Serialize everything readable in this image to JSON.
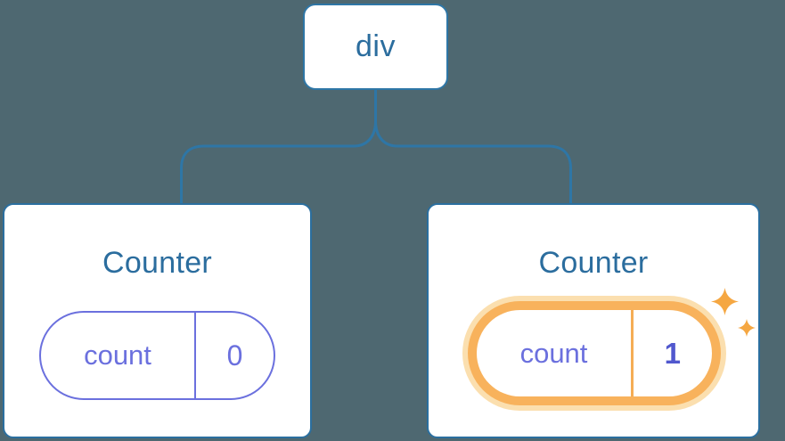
{
  "diagram": {
    "kind": "react-component-tree",
    "root": {
      "label": "div"
    },
    "children": [
      {
        "title": "Counter",
        "state": {
          "key": "count",
          "value": "0"
        },
        "highlighted": false
      },
      {
        "title": "Counter",
        "state": {
          "key": "count",
          "value": "1"
        },
        "highlighted": true,
        "icons": [
          "sparkle-icon",
          "sparkle-icon"
        ]
      }
    ],
    "colors": {
      "background": "#4e6871",
      "connector_blue": "#2e76a6",
      "node_text_blue": "#2b6d9e",
      "card_border_blue": "#2b6f9f",
      "state_purple": "#6b70de",
      "state_value_bold_purple": "#5158ce",
      "highlight_ring_orange": "#f8b25c",
      "highlight_glow_orange": "#fbdfaf",
      "sparkle_orange": "#f5a742"
    }
  }
}
